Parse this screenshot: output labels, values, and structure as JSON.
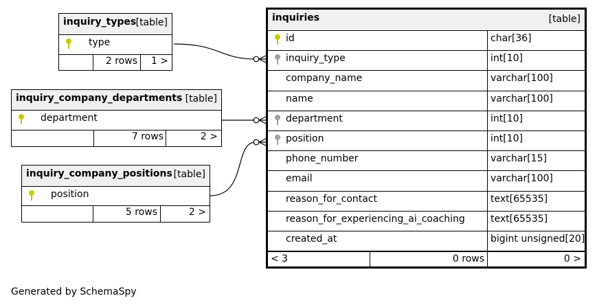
{
  "footer_text": "Generated by SchemaSpy",
  "colors": {
    "header_bg": "#f0f0f0",
    "primary_key": "#c8c800",
    "foreign_key": "#a0a0a0",
    "line": "#000000"
  },
  "tables": {
    "inquiry_types": {
      "name": "inquiry_types",
      "tag": "[table]",
      "columns": [
        {
          "name": "type",
          "key": "primary"
        }
      ],
      "rows": "2 rows",
      "children": "1 >"
    },
    "inquiry_company_departments": {
      "name": "inquiry_company_departments",
      "tag": "[table]",
      "columns": [
        {
          "name": "department",
          "key": "primary"
        }
      ],
      "rows": "7 rows",
      "children": "2 >"
    },
    "inquiry_company_positions": {
      "name": "inquiry_company_positions",
      "tag": "[table]",
      "columns": [
        {
          "name": "position",
          "key": "primary"
        }
      ],
      "rows": "5 rows",
      "children": "2 >"
    },
    "inquiries": {
      "name": "inquiries",
      "tag": "[table]",
      "columns": [
        {
          "name": "id",
          "type": "char[36]",
          "key": "primary"
        },
        {
          "name": "inquiry_type",
          "type": "int[10]",
          "key": "foreign"
        },
        {
          "name": "company_name",
          "type": "varchar[100]",
          "key": ""
        },
        {
          "name": "name",
          "type": "varchar[100]",
          "key": ""
        },
        {
          "name": "department",
          "type": "int[10]",
          "key": "foreign"
        },
        {
          "name": "position",
          "type": "int[10]",
          "key": "foreign"
        },
        {
          "name": "phone_number",
          "type": "varchar[15]",
          "key": ""
        },
        {
          "name": "email",
          "type": "varchar[100]",
          "key": ""
        },
        {
          "name": "reason_for_contact",
          "type": "text[65535]",
          "key": ""
        },
        {
          "name": "reason_for_experiencing_ai_coaching",
          "type": "text[65535]",
          "key": ""
        },
        {
          "name": "created_at",
          "type": "bigint unsigned[20]",
          "key": ""
        }
      ],
      "parents": "< 3",
      "rows": "0 rows",
      "children": "0 >"
    }
  },
  "relationships": [
    {
      "from": "inquiry_types.type",
      "to": "inquiries.inquiry_type"
    },
    {
      "from": "inquiry_company_departments.department",
      "to": "inquiries.department"
    },
    {
      "from": "inquiry_company_positions.position",
      "to": "inquiries.position"
    }
  ]
}
